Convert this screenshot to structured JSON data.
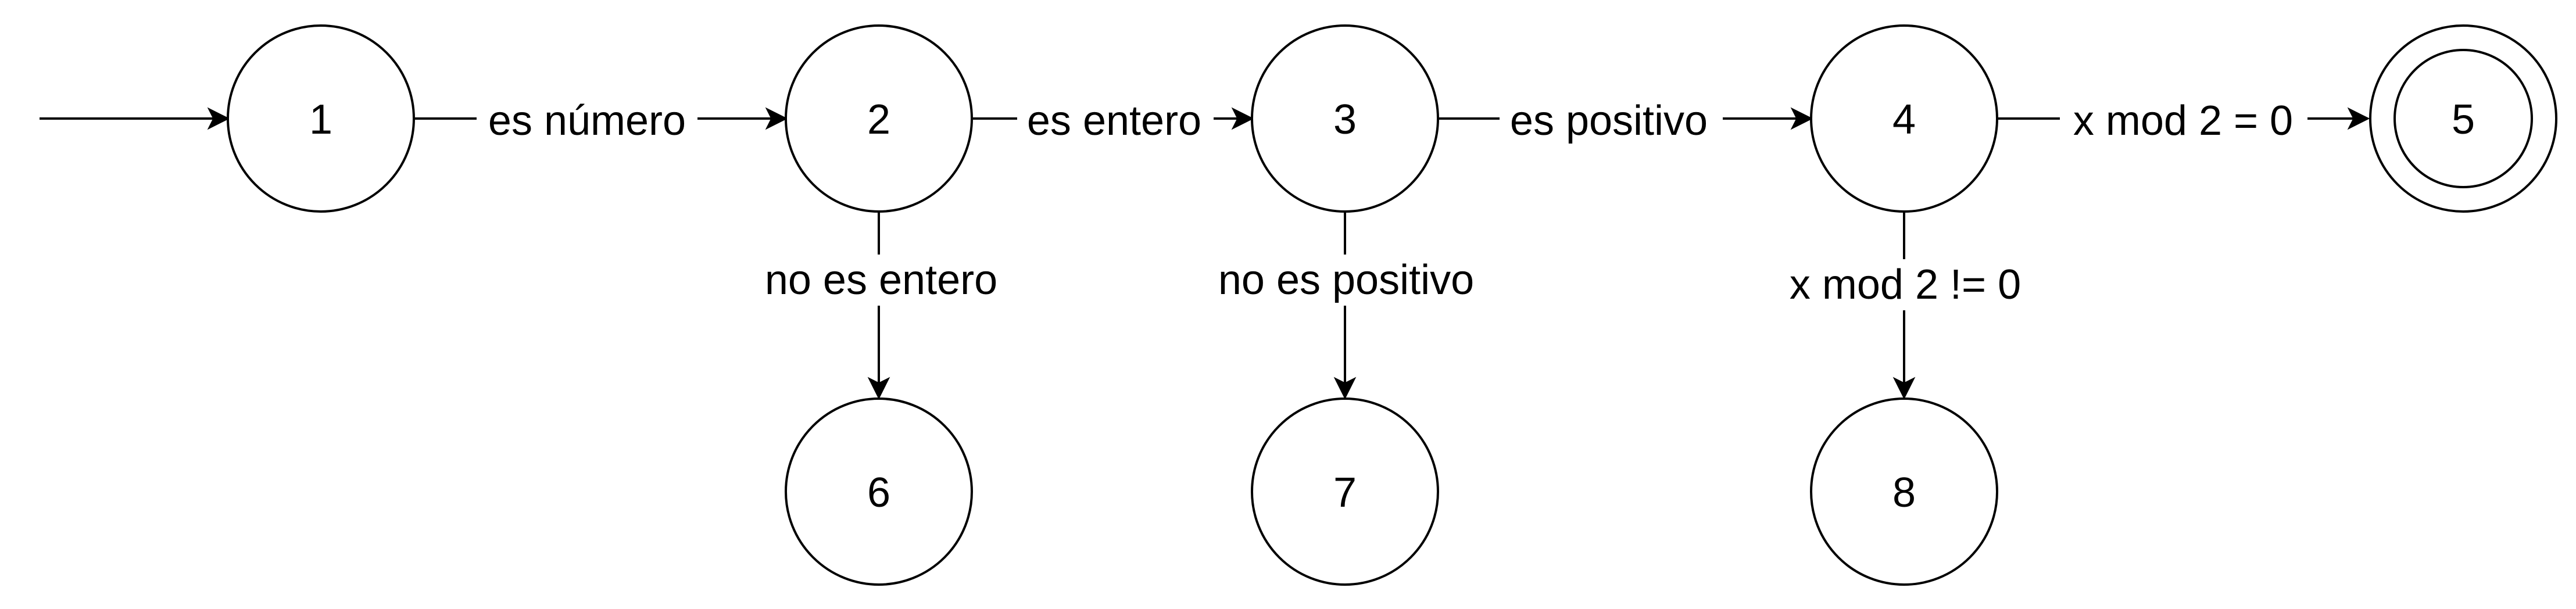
{
  "diagram": {
    "type": "finite-state-automaton",
    "start_state": "1",
    "accepting_states": [
      "5"
    ],
    "states": [
      {
        "id": "s1",
        "label": "1"
      },
      {
        "id": "s2",
        "label": "2"
      },
      {
        "id": "s3",
        "label": "3"
      },
      {
        "id": "s4",
        "label": "4"
      },
      {
        "id": "s5",
        "label": "5"
      },
      {
        "id": "s6",
        "label": "6"
      },
      {
        "id": "s7",
        "label": "7"
      },
      {
        "id": "s8",
        "label": "8"
      }
    ],
    "transitions": [
      {
        "from": "1",
        "to": "2",
        "label": "es número"
      },
      {
        "from": "2",
        "to": "3",
        "label": "es entero"
      },
      {
        "from": "3",
        "to": "4",
        "label": "es positivo"
      },
      {
        "from": "4",
        "to": "5",
        "label": "x mod 2 = 0"
      },
      {
        "from": "2",
        "to": "6",
        "label": "no es entero"
      },
      {
        "from": "3",
        "to": "7",
        "label": "no es positivo"
      },
      {
        "from": "4",
        "to": "8",
        "label": "x mod 2 != 0"
      }
    ],
    "colors": {
      "stroke": "#000000",
      "fill": "#ffffff",
      "text": "#000000"
    }
  }
}
